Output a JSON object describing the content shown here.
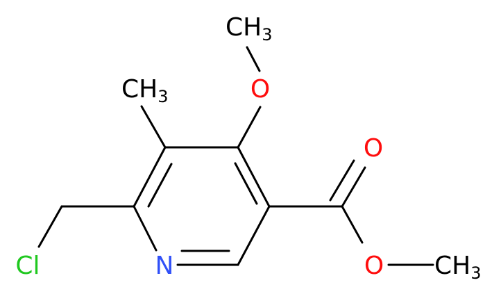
{
  "molecule": {
    "atoms": {
      "methoxy_methyl": {
        "symbol": "CH",
        "subscript": "3",
        "color": "#000000"
      },
      "methoxy_oxygen": {
        "symbol": "O",
        "color": "#ff0d0d"
      },
      "ring_methyl": {
        "symbol": "CH",
        "subscript": "3",
        "color": "#000000"
      },
      "carbonyl_oxygen": {
        "symbol": "O",
        "color": "#ff0d0d"
      },
      "ester_oxygen": {
        "symbol": "O",
        "color": "#ff0d0d"
      },
      "ester_methyl": {
        "symbol": "CH",
        "subscript": "3",
        "color": "#000000"
      },
      "chlorine": {
        "symbol": "Cl",
        "color": "#1fc81f"
      },
      "ring_nitrogen": {
        "symbol": "N",
        "color": "#3050f8"
      }
    },
    "bond_color": "#000000"
  }
}
